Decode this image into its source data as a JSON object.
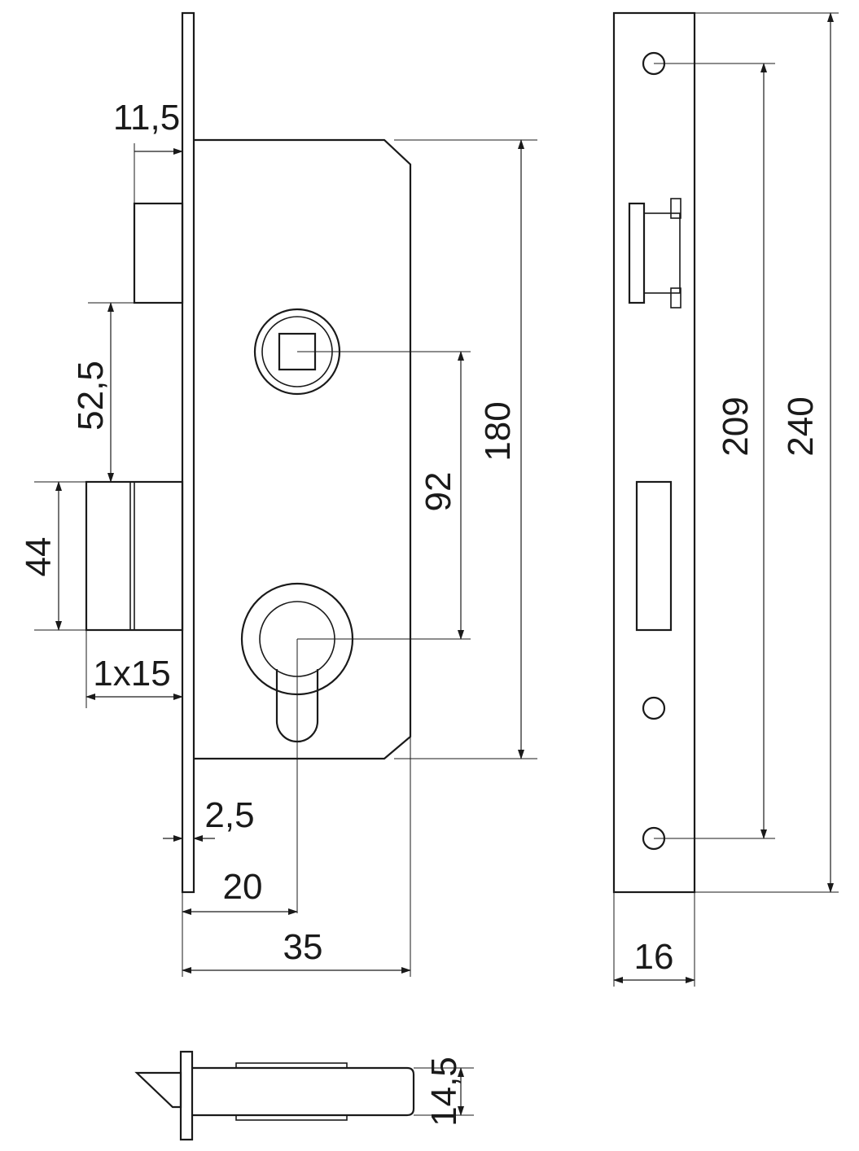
{
  "dimensions": {
    "faceplate_offset": "11,5",
    "latch_spacing": "52,5",
    "bolt_height": "44",
    "bolt_throw": "1x15",
    "faceplate_thickness": "2,5",
    "backset": "20",
    "case_depth": "35",
    "centre_distance": "92",
    "case_height": "180",
    "screw_spacing": "209",
    "faceplate_length": "240",
    "faceplate_width": "16",
    "latch_width": "14,5"
  },
  "colors": {
    "line": "#1a1a1a",
    "background": "#ffffff"
  }
}
